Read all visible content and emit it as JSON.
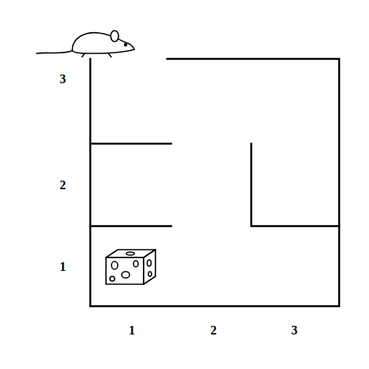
{
  "diagram": {
    "labels": [
      "3",
      "2",
      "1",
      "1",
      "2",
      "3"
    ]
  }
}
